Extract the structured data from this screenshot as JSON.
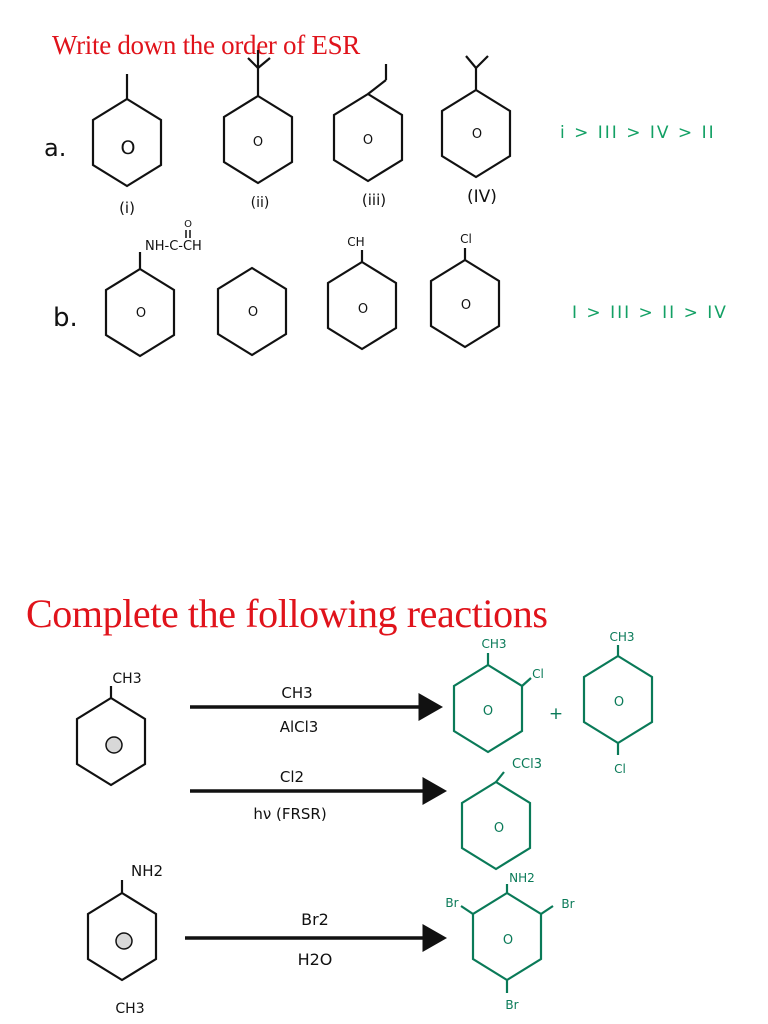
{
  "page": {
    "heading_esr": "Write down the order of ESR",
    "heading_reactions": "Complete the following reactions"
  },
  "esr": {
    "part_a": {
      "label": "a.",
      "compound_labels": [
        "(i)",
        "(ii)",
        "(iii)",
        "(IV)"
      ],
      "answer": "i > III > IV > II"
    },
    "part_b": {
      "label": "b.",
      "substituents": {
        "amide_oxygen": "O",
        "amide_chain": "NH-C-CH",
        "alkyl": "CH",
        "halogen": "Cl"
      },
      "answer": "I > III > II > IV"
    },
    "ring_inner_label": "O"
  },
  "reactions": {
    "toluene": {
      "start_label": "CH3",
      "rxn1": {
        "reagent": "CH3",
        "catalyst": "AlCl3",
        "product_a_top": "CH3",
        "product_a_side": "Cl",
        "product_b_top": "CH3",
        "product_b_bottom": "Cl",
        "plus": "+"
      },
      "rxn2": {
        "reagent": "Cl2",
        "condition": "hν (FRSR)",
        "product_top": "CCl3"
      }
    },
    "aniline": {
      "start_label": "NH2",
      "reagent": "Br2",
      "condition": "H2O",
      "product_top": "NH2",
      "br_left": "Br",
      "br_right": "Br",
      "br_bottom": "Br"
    },
    "partial_label": "CH3"
  },
  "colors": {
    "heading_red": "#e0131b",
    "ink_black": "#111111",
    "ink_green": "#0a7a58",
    "answer_green": "#12a064"
  }
}
